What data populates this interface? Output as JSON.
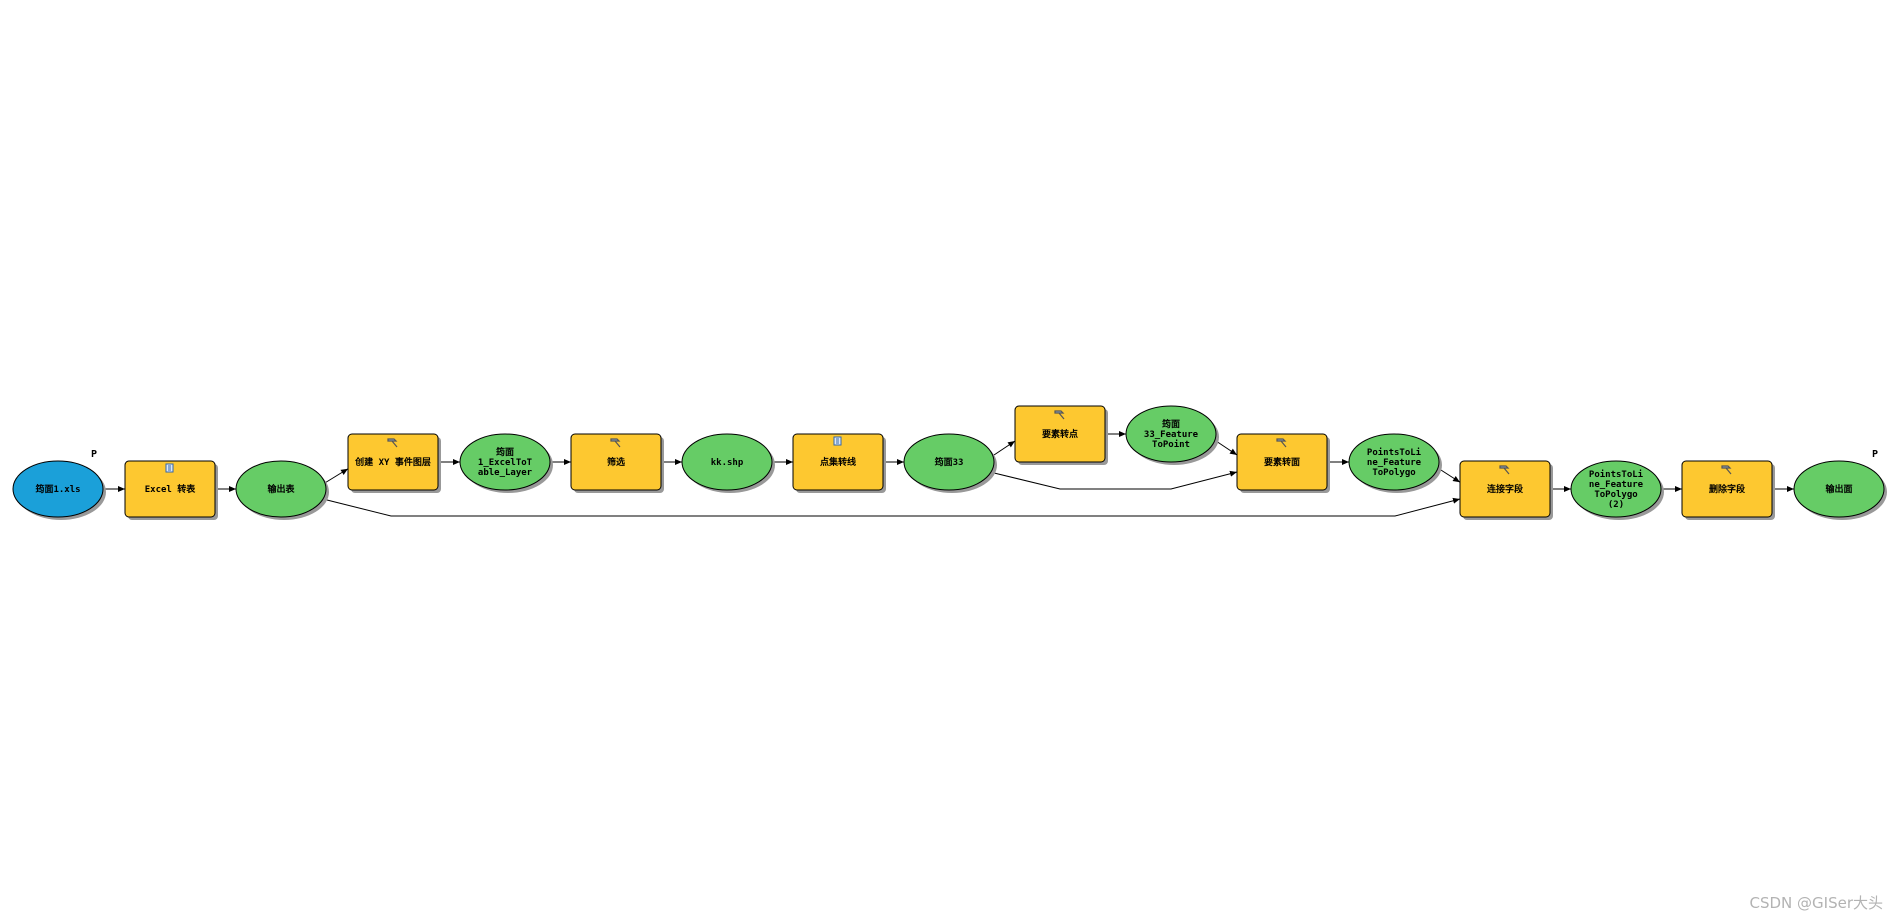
{
  "colors": {
    "input": "#1ba0d9",
    "tool": "#fdc830",
    "data": "#66cc66",
    "outline": "#000000",
    "shadow": "#999999"
  },
  "nodes": [
    {
      "id": "n0",
      "kind": "input",
      "label": [
        "筠面1.xls"
      ],
      "param": "P"
    },
    {
      "id": "n1",
      "kind": "tool",
      "label": [
        "Excel 转表"
      ],
      "icon": "script"
    },
    {
      "id": "n2",
      "kind": "data",
      "label": [
        "输出表"
      ]
    },
    {
      "id": "n3",
      "kind": "tool",
      "label": [
        "创建 XY 事件图层"
      ],
      "icon": "hammer"
    },
    {
      "id": "n4",
      "kind": "data",
      "label": [
        "筠面",
        "1_ExcelToT",
        "able_Layer"
      ]
    },
    {
      "id": "n5",
      "kind": "tool",
      "label": [
        "筛选"
      ],
      "icon": "hammer"
    },
    {
      "id": "n6",
      "kind": "data",
      "label": [
        "kk.shp"
      ]
    },
    {
      "id": "n7",
      "kind": "tool",
      "label": [
        "点集转线"
      ],
      "icon": "script"
    },
    {
      "id": "n8",
      "kind": "data",
      "label": [
        "筠面33"
      ]
    },
    {
      "id": "n9",
      "kind": "tool",
      "label": [
        "要素转点"
      ],
      "icon": "hammer"
    },
    {
      "id": "n10",
      "kind": "data",
      "label": [
        "筠面",
        "33_Feature",
        "ToPoint"
      ]
    },
    {
      "id": "n11",
      "kind": "tool",
      "label": [
        "要素转面"
      ],
      "icon": "hammer"
    },
    {
      "id": "n12",
      "kind": "data",
      "label": [
        "PointsToLi",
        "ne_Feature",
        "ToPolygo"
      ]
    },
    {
      "id": "n13",
      "kind": "tool",
      "label": [
        "连接字段"
      ],
      "icon": "hammer"
    },
    {
      "id": "n14",
      "kind": "data",
      "label": [
        "PointsToLi",
        "ne_Feature",
        "ToPolygo",
        "(2)"
      ]
    },
    {
      "id": "n15",
      "kind": "tool",
      "label": [
        "删除字段"
      ],
      "icon": "hammer"
    },
    {
      "id": "n16",
      "kind": "data",
      "label": [
        "输出面"
      ],
      "param": "P"
    }
  ],
  "edges": [
    {
      "from": "n0",
      "to": "n1"
    },
    {
      "from": "n1",
      "to": "n2"
    },
    {
      "from": "n2",
      "to": "n3"
    },
    {
      "from": "n3",
      "to": "n4"
    },
    {
      "from": "n4",
      "to": "n5"
    },
    {
      "from": "n5",
      "to": "n6"
    },
    {
      "from": "n6",
      "to": "n7"
    },
    {
      "from": "n7",
      "to": "n8"
    },
    {
      "from": "n8",
      "to": "n9"
    },
    {
      "from": "n9",
      "to": "n10"
    },
    {
      "from": "n10",
      "to": "n11"
    },
    {
      "from": "n8",
      "to": "n11"
    },
    {
      "from": "n11",
      "to": "n12"
    },
    {
      "from": "n12",
      "to": "n13"
    },
    {
      "from": "n2",
      "to": "n13"
    },
    {
      "from": "n13",
      "to": "n14"
    },
    {
      "from": "n14",
      "to": "n15"
    },
    {
      "from": "n15",
      "to": "n16"
    }
  ],
  "watermark": "CSDN @GISer大头"
}
